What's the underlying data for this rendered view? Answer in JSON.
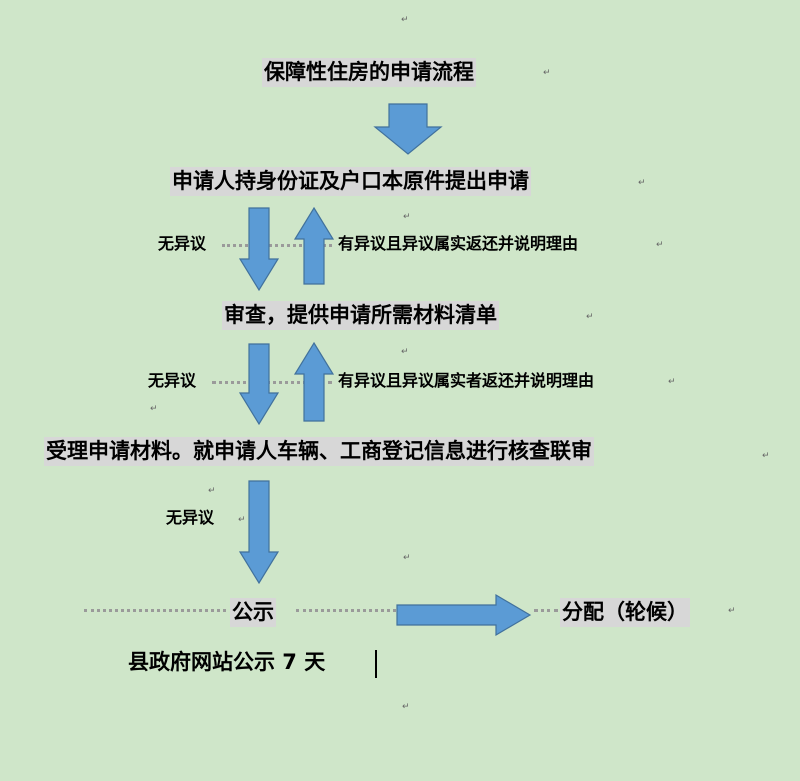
{
  "title": "保障性住房的申请流程",
  "steps": {
    "apply": "申请人持身份证及户口本原件提出申请",
    "review": "审查，提供申请所需材料清单",
    "accept": "受理申请材料。就申请人车辆、工商登记信息进行核查联审",
    "publicize": "公示",
    "publicize_note": "县政府网站公示 7 天",
    "allocate": "分配（轮候）"
  },
  "edge_labels": {
    "no_objection_1": "无异议",
    "objection_1": "有异议且异议属实返还并说明理由",
    "no_objection_2": "无异议",
    "objection_2": "有异议且异议属实者返还并说明理由",
    "no_objection_3": "无异议"
  },
  "paragraph_mark": "↵",
  "colors": {
    "background": "#cfe6c9",
    "arrow_fill": "#5b9bd5",
    "arrow_stroke": "#41719c",
    "text_highlight": "#d7d7d7"
  }
}
